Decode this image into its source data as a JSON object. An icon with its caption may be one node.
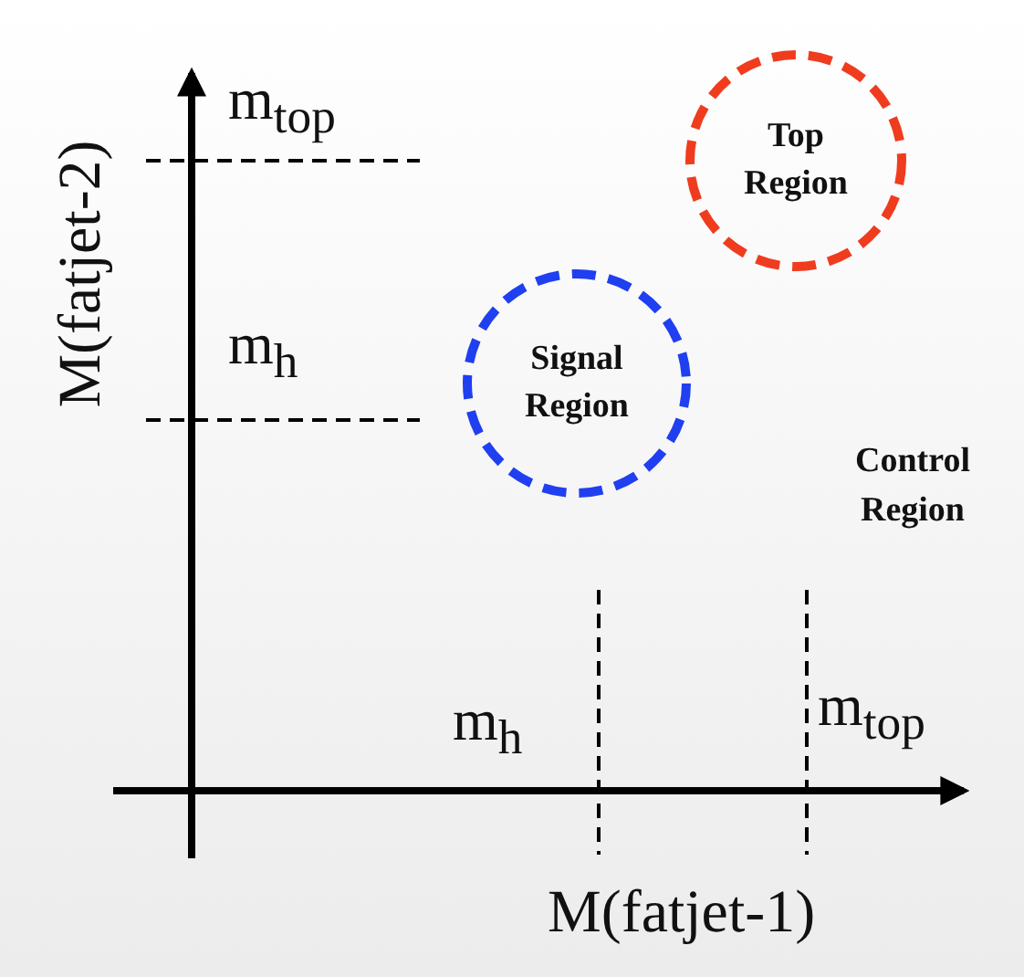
{
  "diagram": {
    "nodes": [
      {
        "text": [
          "Top Region"
        ]
      },
      {
        "text": [
          "Signal Region"
        ]
      }
    ],
    "labels": [
      "m$_{top}$",
      "m$_{h}$",
      "Control Region",
      "m$_{h}$",
      "m$_{top}$",
      "M(fatjet-1)",
      "M(fatjet-2)"
    ]
  }
}
